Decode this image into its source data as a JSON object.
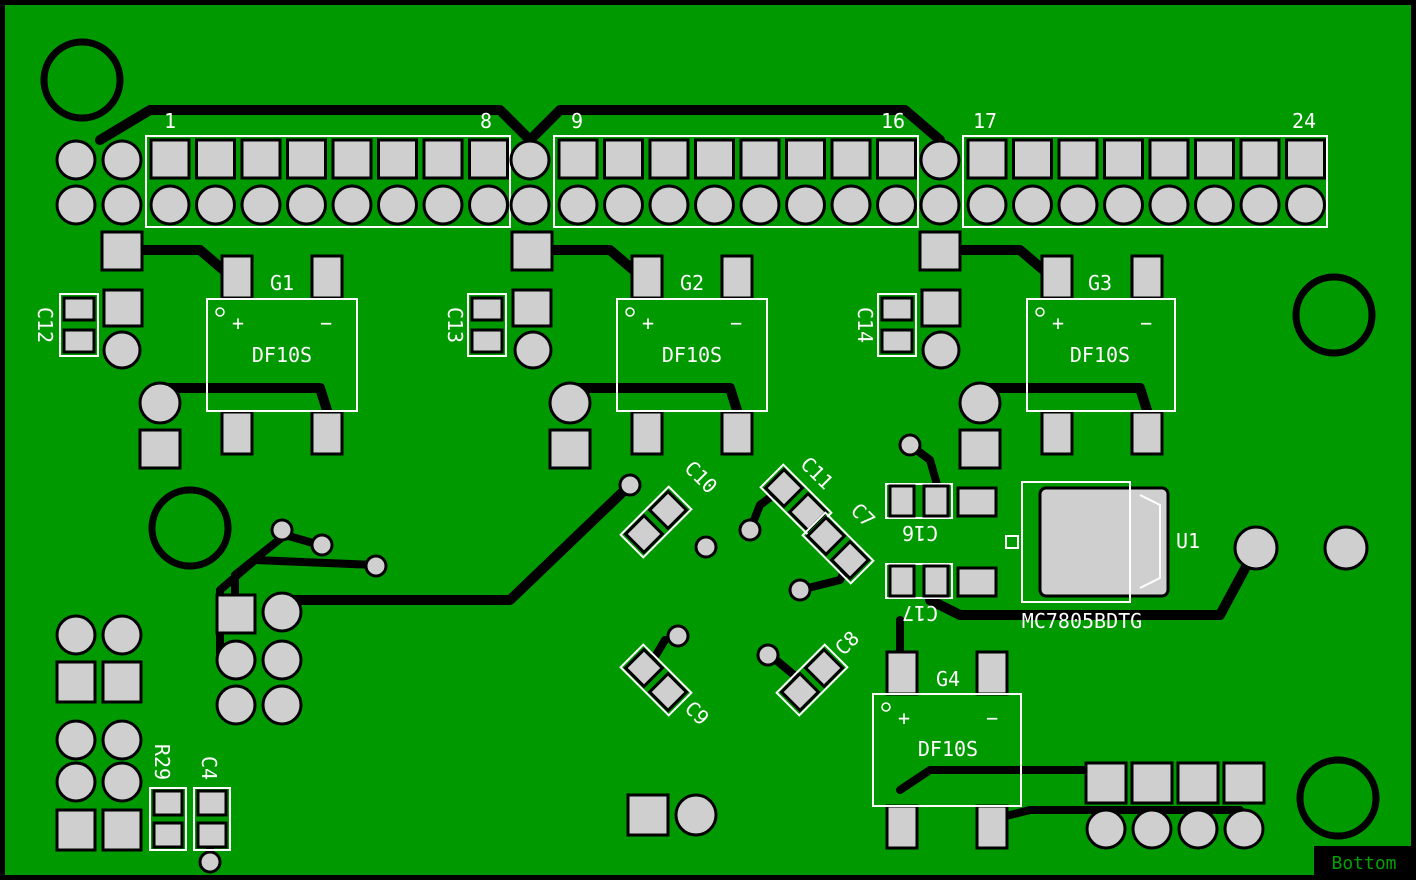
{
  "layer_label": "Bottom",
  "header": {
    "pin1": "1",
    "pin8": "8",
    "pin9": "9",
    "pin16": "16",
    "pin17": "17",
    "pin24": "24"
  },
  "bridges": [
    "G1",
    "G2",
    "G3",
    "G4"
  ],
  "bridge_part": "DF10S",
  "caps": {
    "c4": "C4",
    "c7": "C7",
    "c8": "C8",
    "c9": "C9",
    "c10": "C10",
    "c11": "C11",
    "c12": "C12",
    "c13": "C13",
    "c14": "C14",
    "c16": "C16",
    "c17": "C17"
  },
  "resistor": "R29",
  "regulator": {
    "ref": "U1",
    "part": "MC7805BDTG"
  },
  "colors": {
    "board": "#009900",
    "pad": "#cfcfcf",
    "copper_trace": "#000000",
    "silkscreen": "#ffffff"
  }
}
